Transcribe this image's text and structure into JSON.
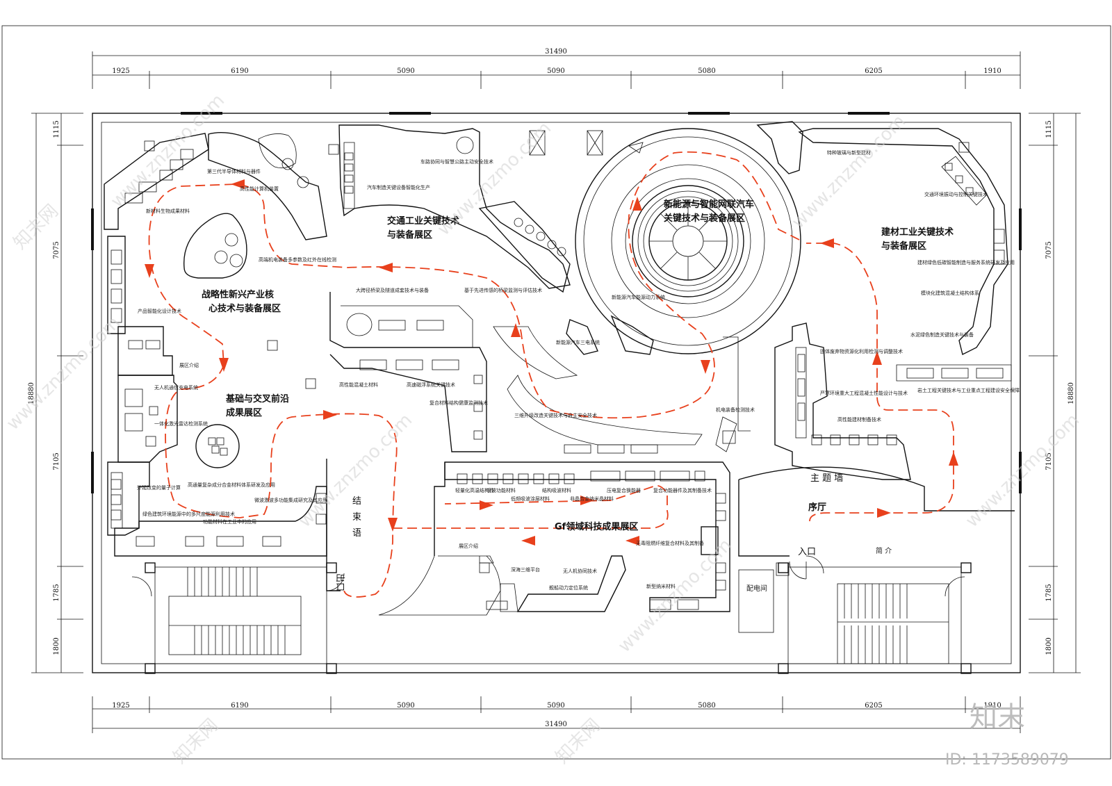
{
  "dimensions": {
    "total": "31490",
    "segments": [
      "1925",
      "6190",
      "5090",
      "5090",
      "5080",
      "6205",
      "1910"
    ],
    "left_total": "18880",
    "left_segments": [
      "1115",
      "7075",
      "7105",
      "1785",
      "1800"
    ],
    "right_total": "18880",
    "right_segments": [
      "1115",
      "7075",
      "7105",
      "1785",
      "1800"
    ]
  },
  "zones": {
    "strategic": [
      "战略性新兴产业核",
      "心技术与装备展区"
    ],
    "transport": [
      "交通工业关键技术",
      "与装备展区"
    ],
    "nev": [
      "新能源与智能网联汽车",
      "关键技术与装备展区"
    ],
    "building": [
      "建材工业关键技术",
      "与装备展区"
    ],
    "basic": [
      "基础与交叉前沿",
      "成果展区"
    ],
    "gf": "Gf领域科技成果展区"
  },
  "rooms": {
    "theme_wall": "主 题 墙",
    "lobby": "序厅",
    "ending": [
      "结",
      "束",
      "语"
    ],
    "entrance": "入口",
    "exit": "出口",
    "power_room": "配电间",
    "intro": "简 介"
  },
  "exhibit_labels": {
    "l1": "第三代半导体材料与器件",
    "l2": "高性能计算机装置",
    "l3": "新材料生物成果材料",
    "l4": "高端机电装备多参数及红外在线检测",
    "l5": "产品智能化设计技术",
    "l6": "展区介绍",
    "l7": "无人机通信充电系统",
    "l8": "一体化激光雷达检测系统",
    "l9": "外延改变的量子计算",
    "l10": "绿色建筑环境能源中的多尺度能源利用技术",
    "l11": "高通量复杂成分合金材料体系研发及应用",
    "l12": "微波激波多功能集成研究及其应用",
    "l13": "功能材料在工业中的应用",
    "t1": "汽车制造关键设备智能化生产",
    "t2": "车路协同与智慧公路主动安全技术",
    "t3": "大跨径桥梁及隧道成套技术与装备",
    "t4": "高性能混凝土材料",
    "t5": "基于先进传感的桥梁监测与评估技术",
    "t6": "高速磁浮系统关键技术",
    "t7": "新能源汽车三电系统",
    "t8": "三维升级改造关键技术与自主安全技术",
    "t9": "复合材料结构健康监测技术",
    "t10": "新能源汽车能源动力系统",
    "t11": "机电装备检测技术",
    "b1": "特种玻璃与新型建材",
    "b2": "交通环境振动与控制关键技术",
    "b3": "建材绿色低碳智能制造与服务系统研发及应用",
    "b4": "模块化建筑混凝土结构体系",
    "b5": "水泥绿色制造关键技术与装备",
    "b6": "固体废弃物资源化利用检测与调整技术",
    "b7": "严寒环境重大工程混凝土性能设计与技术",
    "b8": "岩土工程关键技术与工业重点工程建设安全保障",
    "b9": "高性能建材制备技术",
    "g1": "轻量化高温结构件",
    "g2": "吸波功能材料",
    "g3": "低频吸波涂层材料",
    "g4": "结构吸波材料",
    "g5": "非晶合金纳米晶材料",
    "g6": "压电复合换能器",
    "g7": "复合功能器件及其制备技术",
    "g8": "深海三维平台",
    "g9": "无人机协同技术",
    "g10": "舰船动力定位系统",
    "g11": "无毒阻燃纤维复合材料及其制备",
    "g12": "新型纳米材料",
    "g13": "展区介绍"
  },
  "watermarks": {
    "site": "www.znzmo.com",
    "cn": "知末网",
    "brand": "知末",
    "id": "ID: 1173589079"
  },
  "colors": {
    "route": "#e8401c",
    "line": "#111111",
    "watermark": "#cfcfcf"
  }
}
